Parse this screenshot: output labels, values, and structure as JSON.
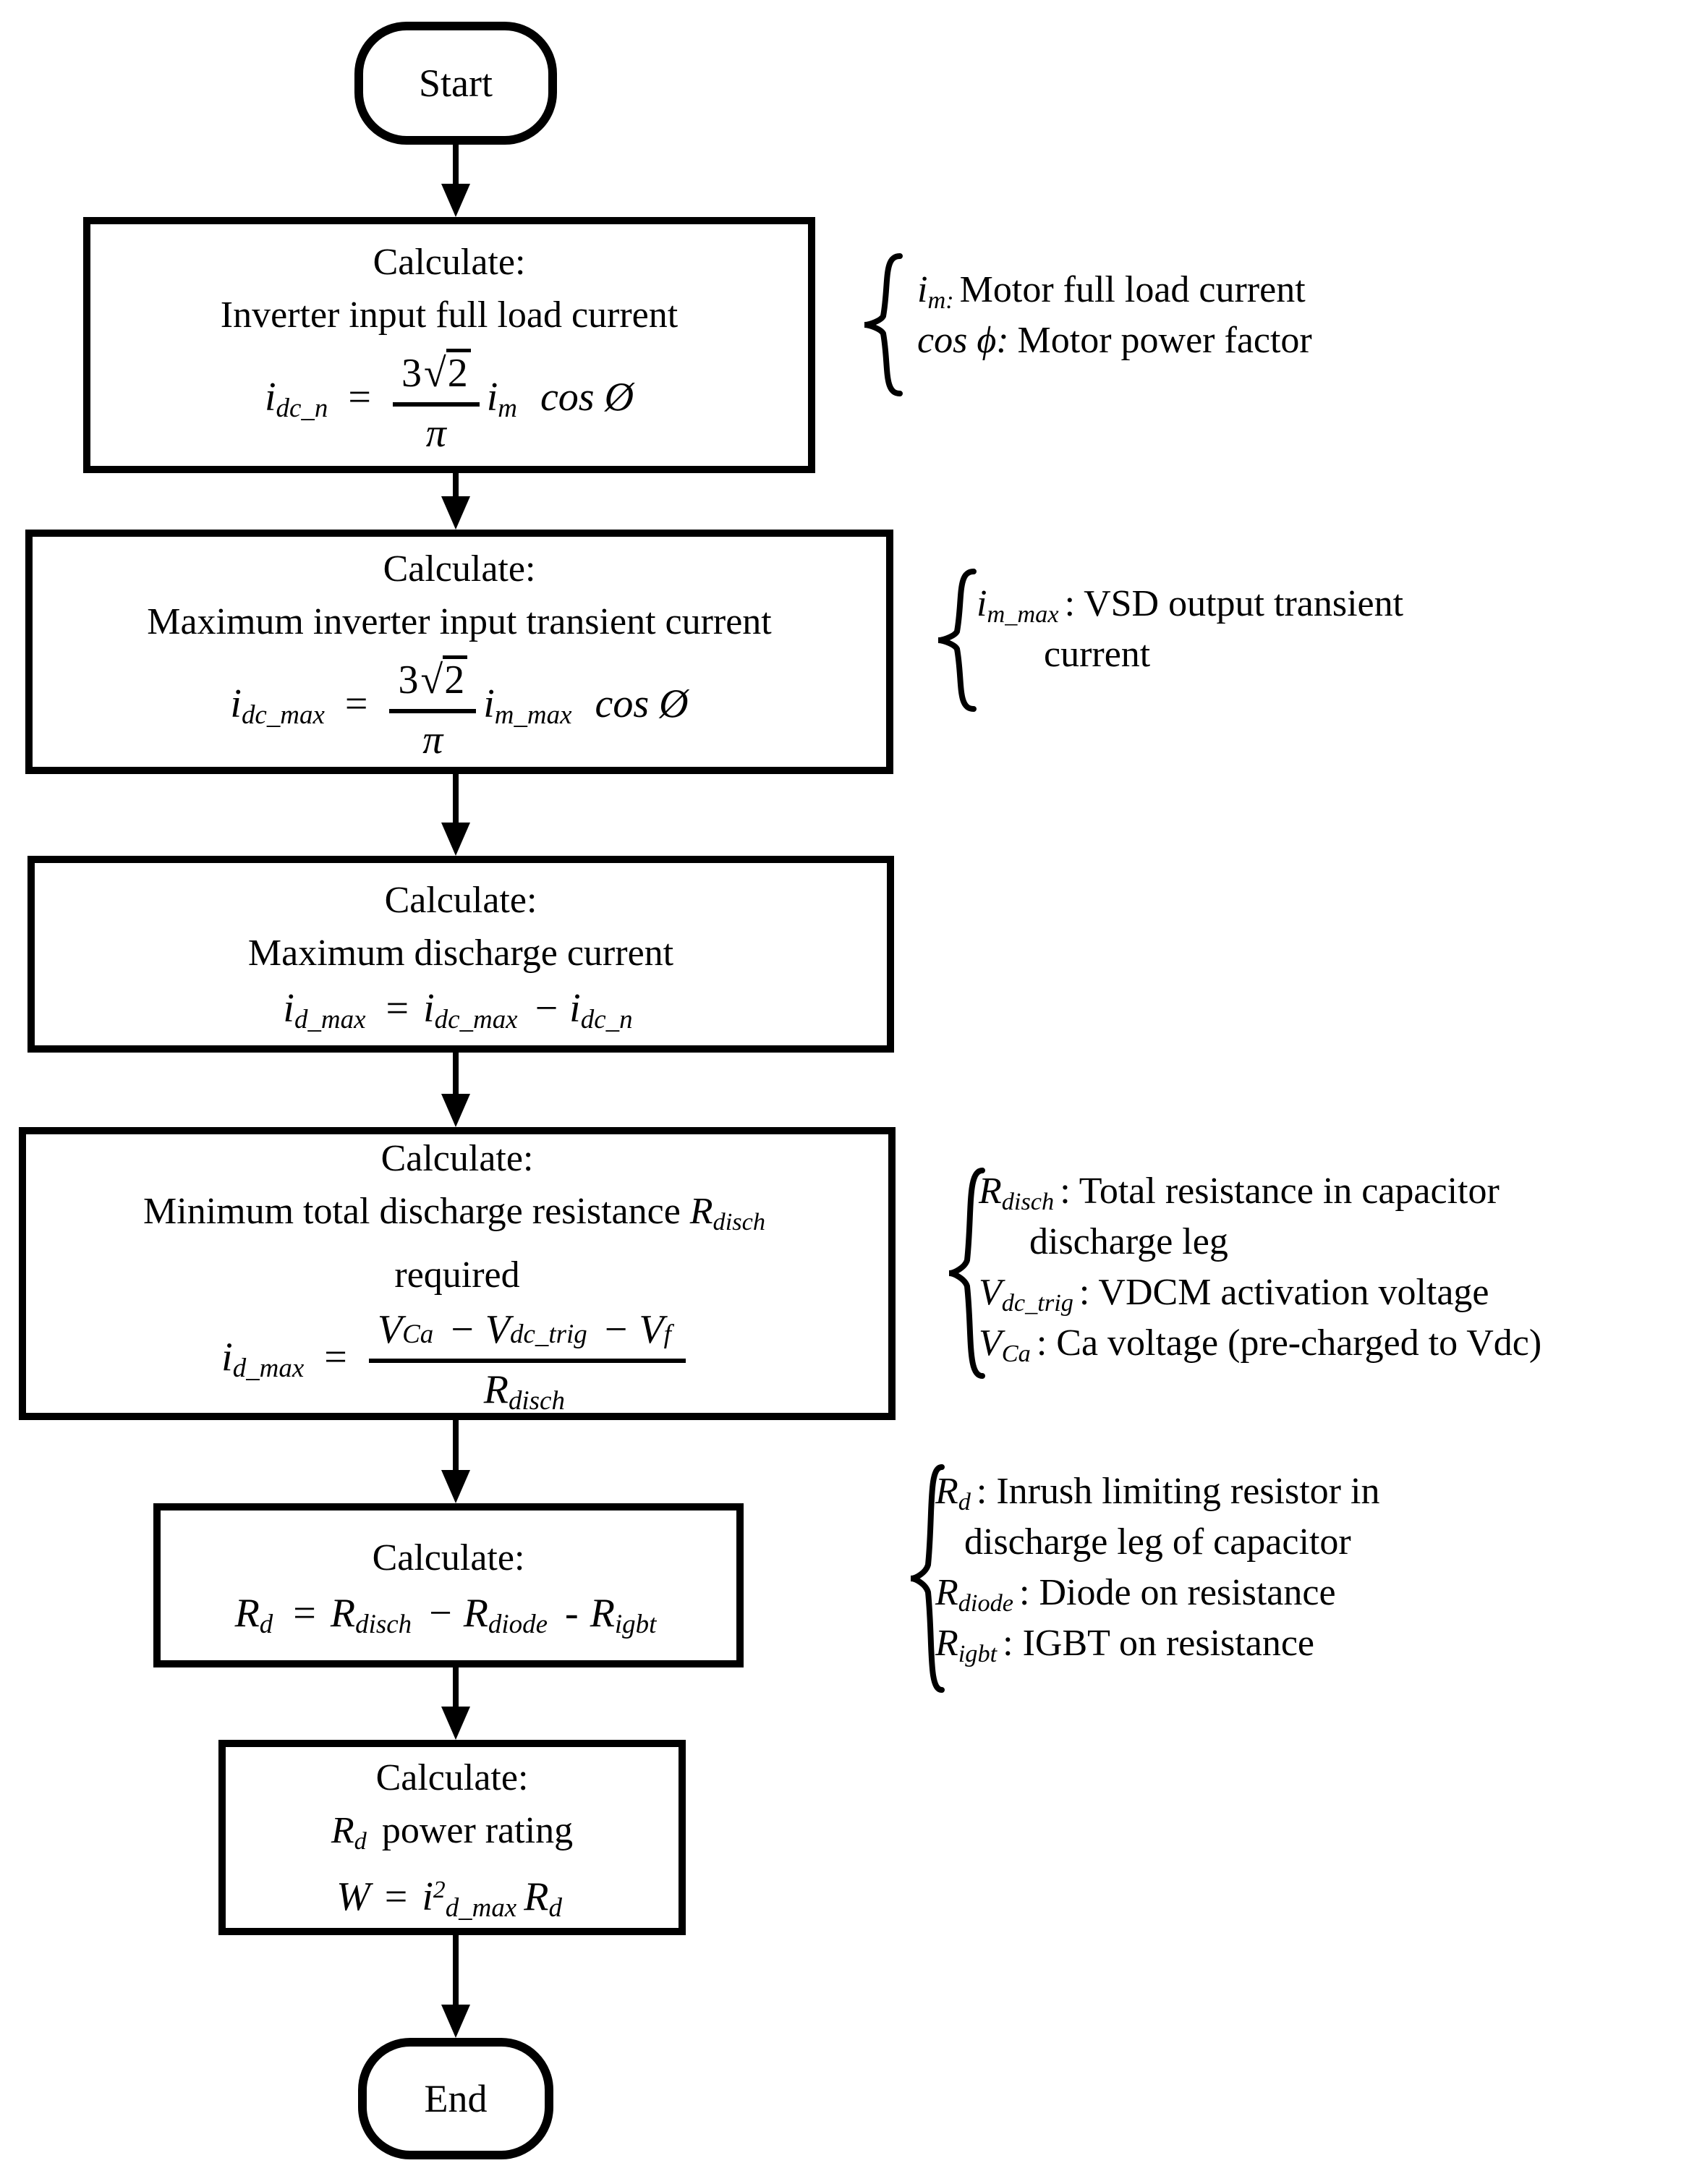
{
  "flow": {
    "start_label": "Start",
    "end_label": "End",
    "boxes": [
      {
        "heading": "Calculate:",
        "desc": "Inverter input full load current",
        "f": {
          "lb": "i",
          "ls": "dc_n",
          "eq": "=",
          "num3": "3",
          "rad": "√",
          "radarg": "2",
          "den": "π",
          "mb": "i",
          "ms": "m",
          "cos": "cos",
          "ang": "Ø"
        }
      },
      {
        "heading": "Calculate:",
        "desc": "Maximum inverter input transient current",
        "f": {
          "lb": "i",
          "ls": "dc_max",
          "eq": "=",
          "num3": "3",
          "rad": "√",
          "radarg": "2",
          "den": "π",
          "mb": "i",
          "ms": "m_max",
          "cos": "cos",
          "ang": "Ø"
        }
      },
      {
        "heading": "Calculate:",
        "desc": "Maximum discharge current",
        "f": {
          "t1b": "i",
          "t1s": "d_max",
          "eq": "=",
          "t2b": "i",
          "t2s": "dc_max",
          "op": "−",
          "t3b": "i",
          "t3s": "dc_n"
        }
      },
      {
        "heading": "Calculate:",
        "desc1": "Minimum total discharge resistance ",
        "descvb": "R",
        "descvs": "disch",
        "desc2": "required",
        "f": {
          "lb": "i",
          "ls": "d_max",
          "eq": "=",
          "n1b": "V",
          "n1s": "Ca",
          "o1": "−",
          "n2b": "V",
          "n2s": "dc_trig",
          "o2": "−",
          "n3b": "V",
          "n3s": "f",
          "db": "R",
          "ds": "disch"
        }
      },
      {
        "heading": "Calculate:",
        "f": {
          "t1b": "R",
          "t1s": "d",
          "eq": "=",
          "t2b": "R",
          "t2s": "disch",
          "o1": "−",
          "t3b": "R",
          "t3s": "diode",
          "o2": "-",
          "t4b": "R",
          "t4s": "igbt"
        }
      },
      {
        "heading": "Calculate:",
        "descvb": "R",
        "descvs": "d",
        "desc1": " power rating",
        "f": {
          "t1b": "W",
          "eq": "=",
          "t2b": "i",
          "t2sup": "2",
          "t2s": "d_max",
          "t3b": "R",
          "t3s": "d"
        }
      }
    ],
    "annotations": [
      {
        "lines": [
          {
            "b": "i",
            "s": "m:",
            "t": "Motor full load current"
          },
          {
            "b": "cos ϕ:",
            "t": "Motor power factor"
          }
        ]
      },
      {
        "lines": [
          {
            "b": "i",
            "s": "m_max",
            "t": ": VSD output transient"
          },
          {
            "t": "current"
          }
        ]
      },
      {
        "lines": [
          {
            "b": "R",
            "s": "disch",
            "t": ": Total resistance in capacitor"
          },
          {
            "t": "discharge leg"
          },
          {
            "b": "V",
            "s": "dc_trig",
            "t": ": VDCM activation voltage"
          },
          {
            "b": "V",
            "s": "Ca",
            "t": ": Ca voltage (pre-charged to Vdc)"
          }
        ]
      },
      {
        "lines": [
          {
            "b": "R",
            "s": "d",
            "t": ": Inrush limiting resistor in"
          },
          {
            "t": "discharge leg of capacitor"
          },
          {
            "b": "R",
            "s": "diode",
            "t": ": Diode on resistance"
          },
          {
            "b": "R",
            "s": "igbt",
            "t": ": IGBT on resistance"
          }
        ]
      }
    ]
  }
}
